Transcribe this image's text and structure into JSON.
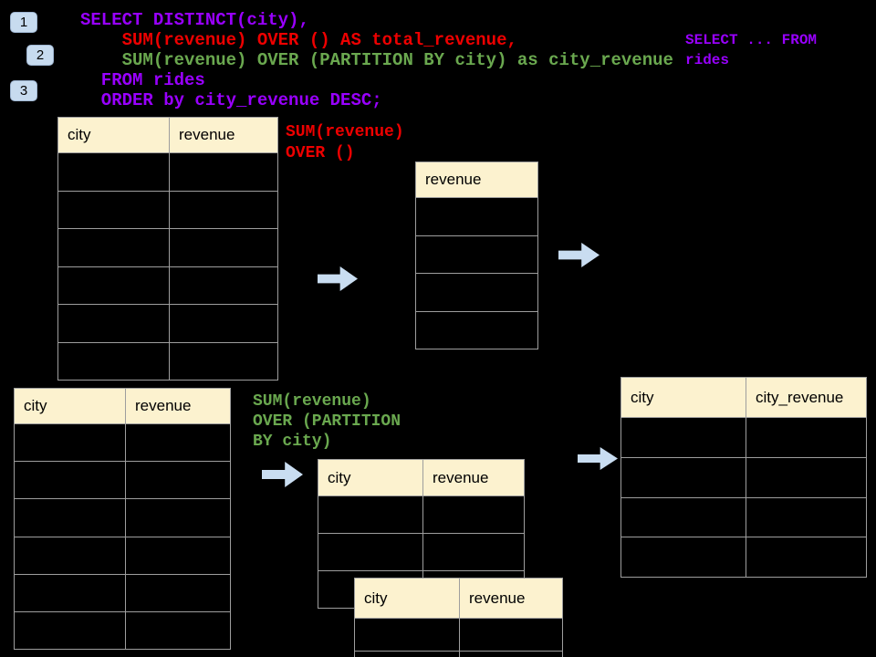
{
  "badges": [
    {
      "label": "1"
    },
    {
      "label": "2"
    },
    {
      "label": "3"
    }
  ],
  "code_blocks": {
    "main_query": {
      "lines": [
        {
          "text": "SELECT DISTINCT(city),",
          "color": "#9900FF"
        },
        {
          "text": "    SUM(revenue) OVER () AS total_revenue,",
          "color": "#EE0000"
        },
        {
          "text": "    SUM(revenue) OVER (PARTITION BY city) as city_revenue",
          "color": "#6AA84F"
        },
        {
          "text": "  FROM rides",
          "color": "#9900FF"
        },
        {
          "text": "  ORDER by city_revenue DESC;",
          "color": "#9900FF"
        }
      ]
    },
    "side_note": {
      "lines": [
        {
          "text": "SELECT ... FROM",
          "color": "#9900FF"
        },
        {
          "text": "rides",
          "color": "#9900FF"
        }
      ]
    },
    "total_annotation": {
      "lines": [
        {
          "text": "SUM(revenue)",
          "color": "#EE0000"
        },
        {
          "text": "OVER ()",
          "color": "#EE0000"
        }
      ]
    },
    "partition_annotation": {
      "lines": [
        {
          "text": "SUM(revenue)",
          "color": "#6AA84F"
        },
        {
          "text": "OVER (PARTITION",
          "color": "#6AA84F"
        },
        {
          "text": "BY city)",
          "color": "#6AA84F"
        }
      ]
    }
  },
  "tables": {
    "source_top": {
      "headers": [
        "city",
        "revenue"
      ],
      "rows": 6
    },
    "total_result": {
      "headers": [
        "revenue"
      ],
      "rows": 4
    },
    "source_bottom": {
      "headers": [
        "city",
        "revenue"
      ],
      "rows": 6
    },
    "partition_mid": {
      "headers": [
        "city",
        "revenue"
      ],
      "rows": 3
    },
    "partition_front": {
      "headers": [
        "city",
        "revenue"
      ],
      "rows": 2
    },
    "city_result": {
      "headers": [
        "city",
        "city_revenue"
      ],
      "rows": 4
    }
  },
  "colors": {
    "background": "#000000",
    "sql_purple": "#9900FF",
    "sql_red": "#EE0000",
    "sql_green": "#6AA84F",
    "table_header_fill": "#FCF2CF",
    "table_border": "#9E9E9E",
    "arrow_fill": "#C9DDF1",
    "badge_fill": "#C7DBEF"
  }
}
